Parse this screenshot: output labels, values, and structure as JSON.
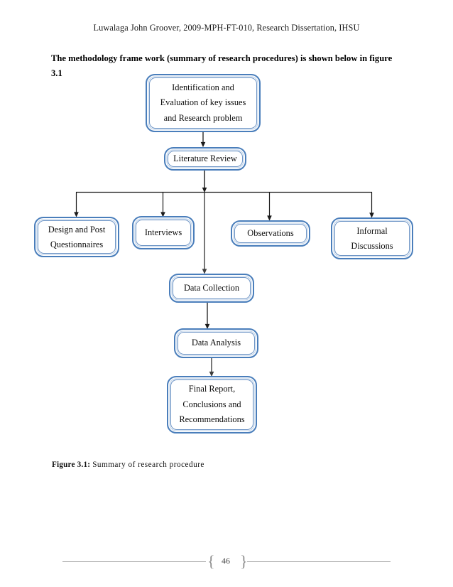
{
  "document": {
    "running_head": "Luwalaga John Groover, 2009-MPH-FT-010, Research Dissertation, IHSU",
    "intro_paragraph": "The methodology frame work (summary of research procedures) is shown below in figure 3.1",
    "caption_label": "Figure 3.1:",
    "caption_text": "Summary of research procedure",
    "page_number": "46",
    "brace_left": "{",
    "brace_right": "}"
  },
  "colors": {
    "node_border": "#4A7EBB",
    "node_border_inner": "#6E95C6",
    "node_halo": "#C3D5EA",
    "node_fill": "#FFFFFF",
    "connector": "#1A1A1A",
    "connector_gray": "#5A5A5A",
    "footer_rule": "#9A9A9A",
    "text": "#000000"
  },
  "flowchart": {
    "title": "Summary of research procedure",
    "nodes": [
      {
        "id": "identification",
        "label": "Identification and\nEvaluation of key issues\nand Research problem"
      },
      {
        "id": "literature-review",
        "label": "Literature Review"
      },
      {
        "id": "design-questionnaires",
        "label": "Design and Post\nQuestionnaires"
      },
      {
        "id": "interviews",
        "label": "Interviews"
      },
      {
        "id": "observations",
        "label": "Observations"
      },
      {
        "id": "informal-discussions",
        "label": "Informal\nDiscussions"
      },
      {
        "id": "data-collection",
        "label": "Data Collection"
      },
      {
        "id": "data-analysis",
        "label": "Data Analysis"
      },
      {
        "id": "final-report",
        "label": "Final Report,\nConclusions and\nRecommendations"
      }
    ],
    "edges": [
      {
        "from": "identification",
        "to": "literature-review"
      },
      {
        "from": "literature-review",
        "to": "branch-bus"
      },
      {
        "from": "branch-bus",
        "to": "design-questionnaires"
      },
      {
        "from": "branch-bus",
        "to": "interviews"
      },
      {
        "from": "branch-bus",
        "to": "observations"
      },
      {
        "from": "branch-bus",
        "to": "informal-discussions"
      },
      {
        "from": "branch-bus",
        "to": "data-collection"
      },
      {
        "from": "data-collection",
        "to": "data-analysis"
      },
      {
        "from": "data-analysis",
        "to": "final-report"
      }
    ]
  }
}
